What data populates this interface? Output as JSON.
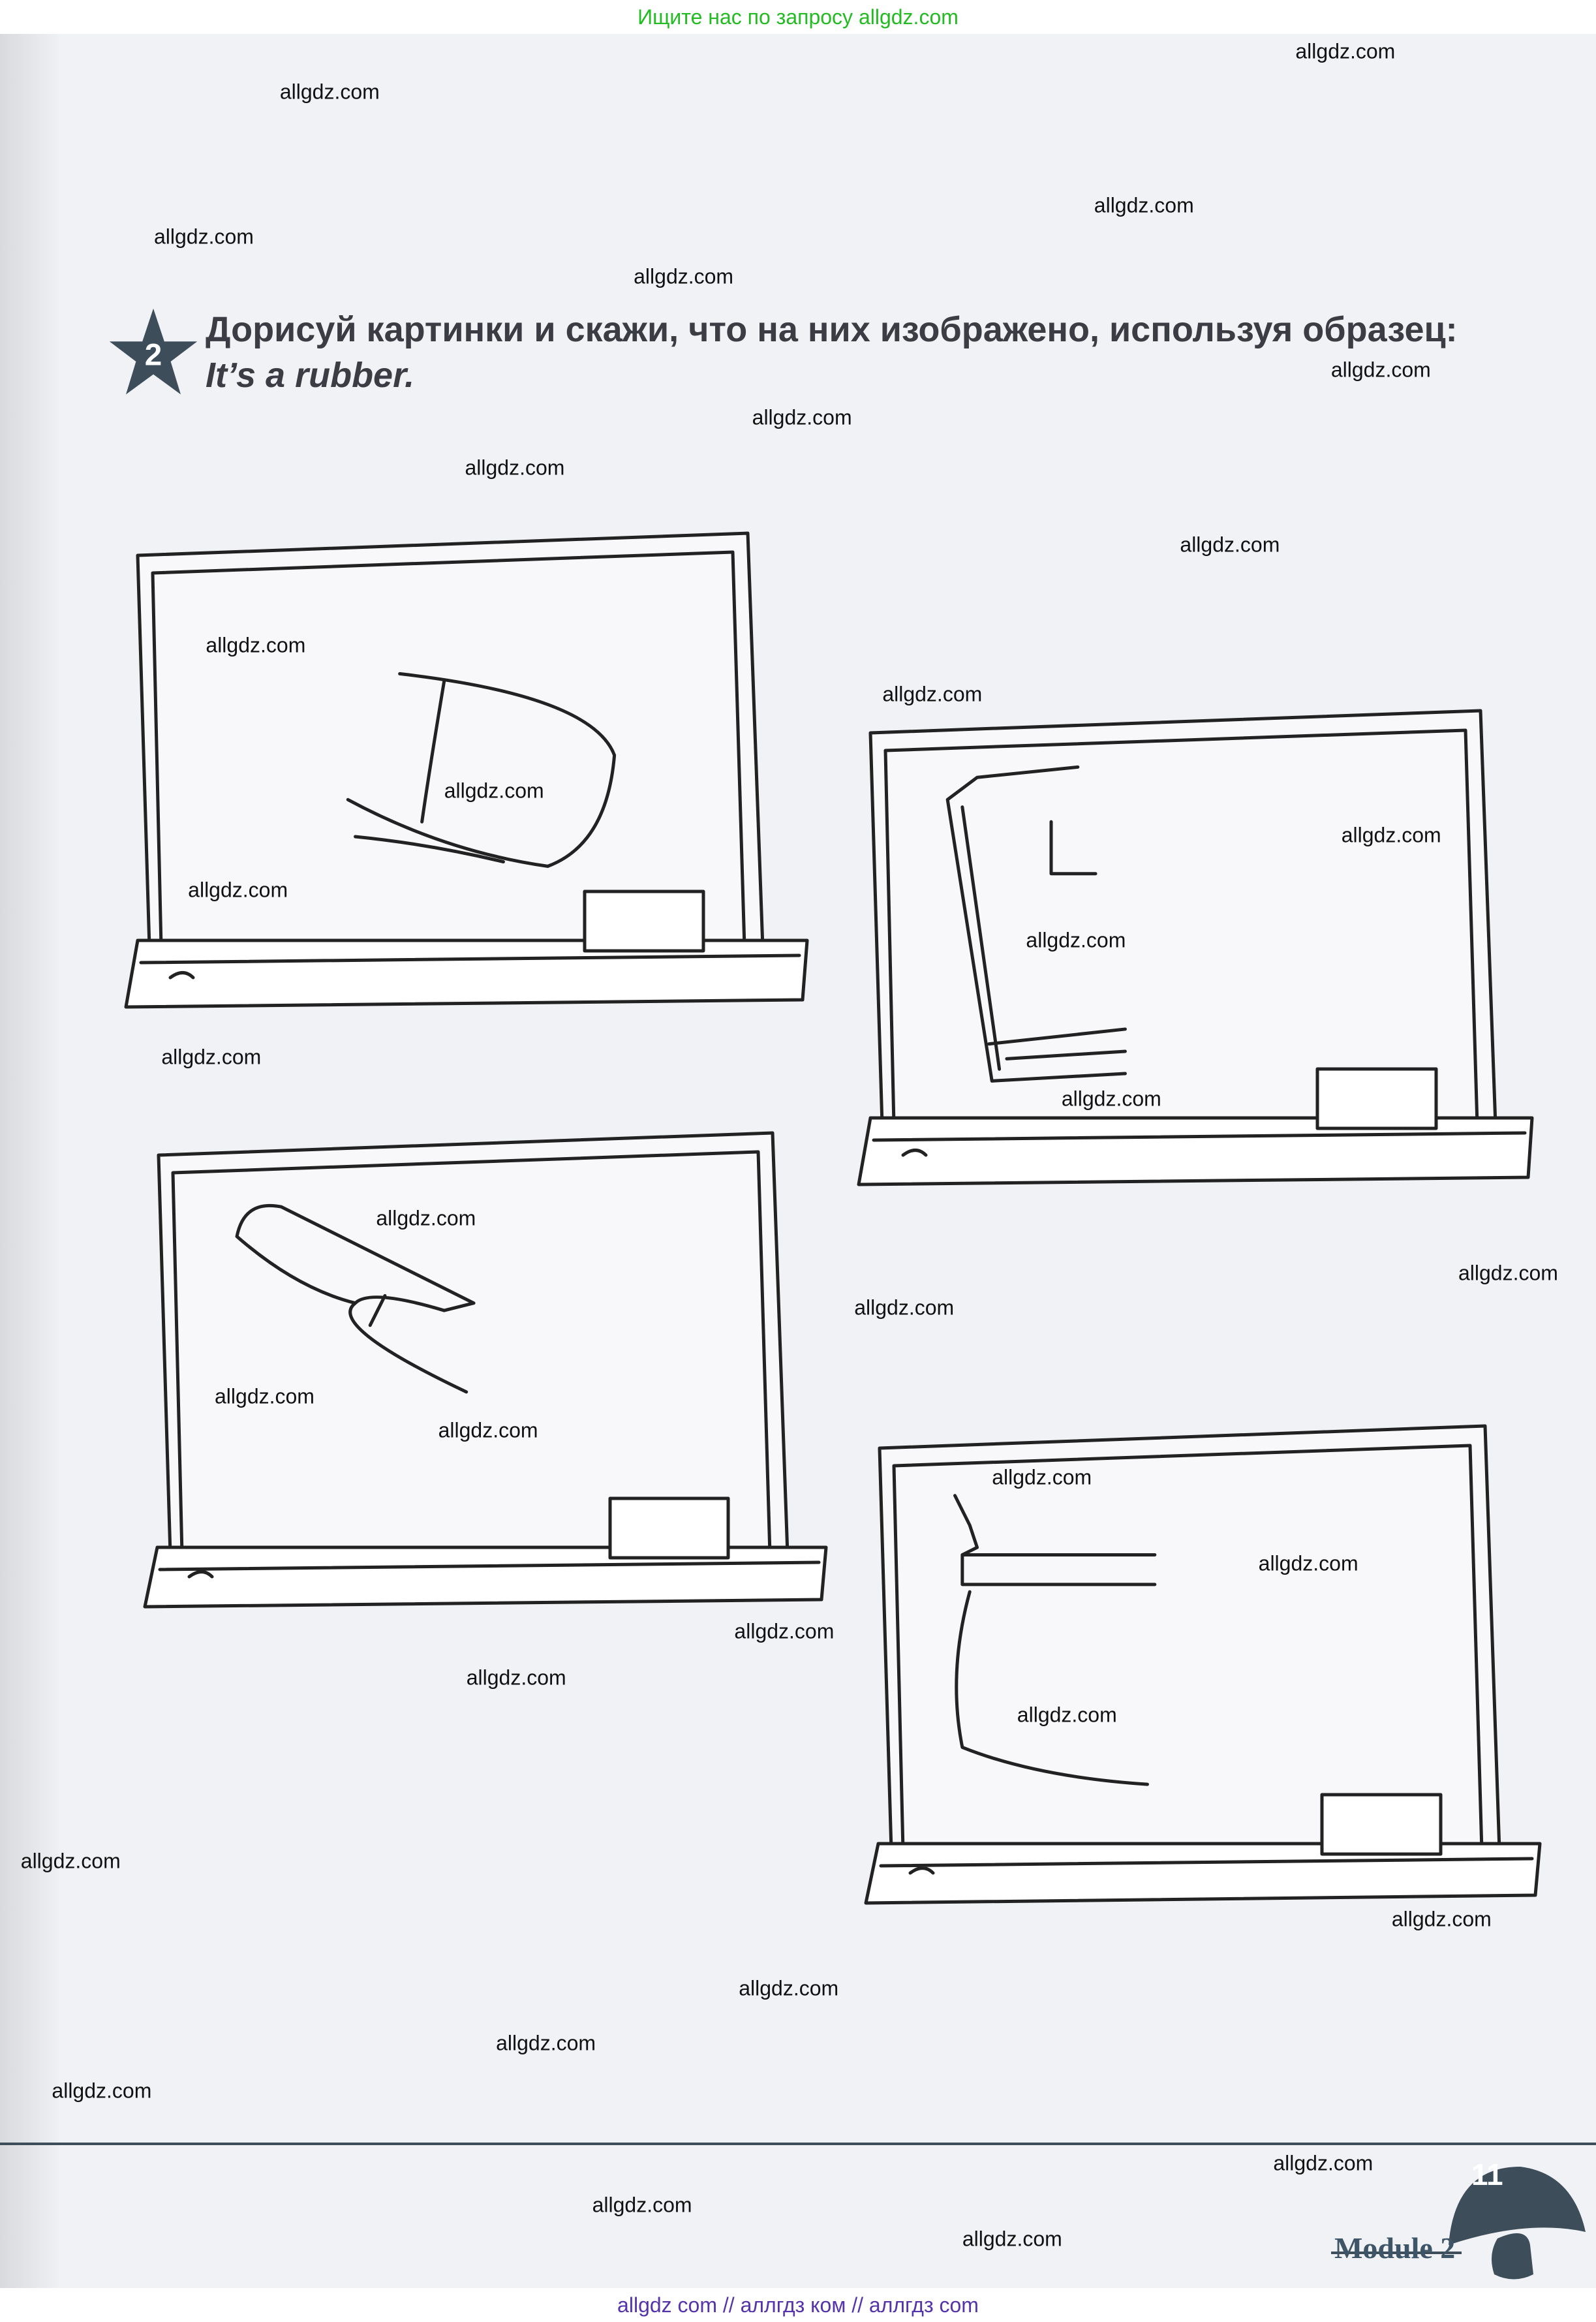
{
  "top_banner": "Ищите нас по запросу allgdz.com",
  "bottom_banner": "allgdz com  //  аллгдз ком  //  аллгдз com",
  "task": {
    "number": "2",
    "instruction": "Дорисуй картинки и скажи, что на них изображено, используя образец:",
    "example": "It’s a rubber."
  },
  "boards": [
    {
      "drawing": "partial-rubber"
    },
    {
      "drawing": "partial-book"
    },
    {
      "drawing": "partial-pen"
    },
    {
      "drawing": "partial-bag"
    }
  ],
  "footer": {
    "page_number": "11",
    "module": "Module 2"
  },
  "watermarks": [
    "allgdz.com",
    "allgdz.com",
    "allgdz.com",
    "allgdz.com",
    "allgdz.com",
    "allgdz.com",
    "allgdz.com",
    "allgdz.com",
    "allgdz.com",
    "allgdz.com",
    "allgdz.com",
    "allgdz.com",
    "allgdz.com",
    "allgdz.com",
    "allgdz.com",
    "allgdz.com",
    "allgdz.com",
    "allgdz.com",
    "allgdz.com",
    "allgdz.com",
    "allgdz.com",
    "allgdz.com",
    "allgdz.com",
    "allgdz.com",
    "allgdz.com",
    "allgdz.com",
    "allgdz.com",
    "allgdz.com",
    "allgdz.com",
    "allgdz.com",
    "allgdz.com",
    "allgdz.com",
    "allgdz.com",
    "allgdz.com",
    "allgdz.com"
  ],
  "colors": {
    "banner_top": "#22bb22",
    "banner_bottom": "#5533aa",
    "accent": "#3d5566"
  }
}
